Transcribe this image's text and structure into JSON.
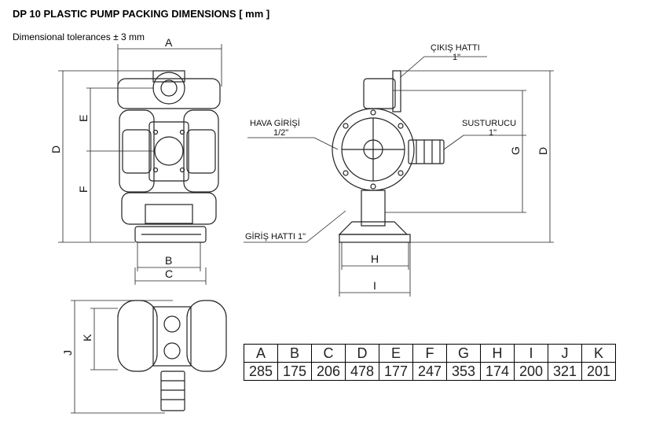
{
  "title": "DP 10 PLASTIC PUMP PACKING DIMENSIONS [ mm ]",
  "subtitle": "Dimensional tolerances ± 3 mm",
  "callouts": {
    "outlet_name": "ÇIKIŞ HATTI",
    "outlet_size": "1\"",
    "air_inlet_name": "HAVA GİRİŞİ",
    "air_inlet_size": "1/2\"",
    "silencer_name": "SUSTURUCU",
    "silencer_size": "1\"",
    "inlet": "GİRİŞ HATTI 1\""
  },
  "dimension_letters": {
    "A": "A",
    "B": "B",
    "C": "C",
    "D": "D",
    "E": "E",
    "F": "F",
    "G": "G",
    "H": "H",
    "I": "I",
    "J": "J",
    "K": "K"
  },
  "dimension_table": {
    "headers": [
      "A",
      "B",
      "C",
      "D",
      "E",
      "F",
      "G",
      "H",
      "I",
      "J",
      "K"
    ],
    "values": [
      "285",
      "175",
      "206",
      "478",
      "177",
      "247",
      "353",
      "174",
      "200",
      "321",
      "201"
    ]
  }
}
